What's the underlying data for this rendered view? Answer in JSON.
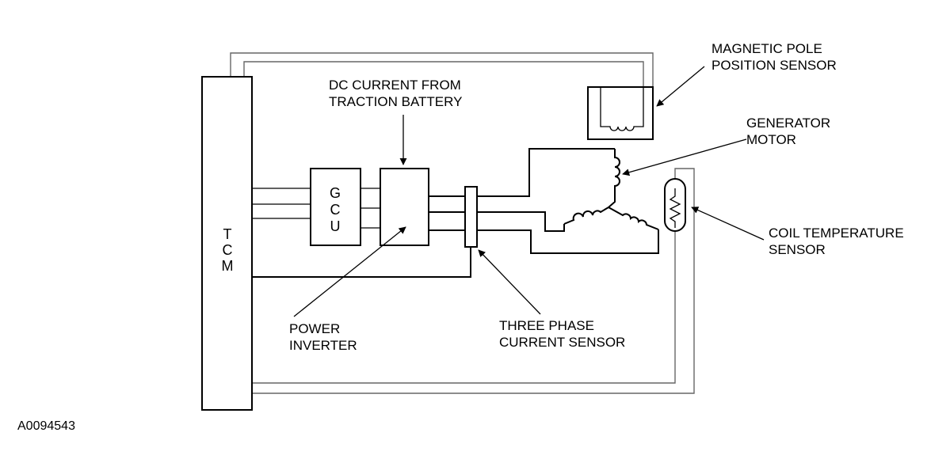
{
  "blocks": {
    "tcm": [
      "T",
      "C",
      "M"
    ],
    "gcu": [
      "G",
      "C",
      "U"
    ]
  },
  "labels": {
    "dc_current": [
      "DC CURRENT FROM",
      "TRACTION BATTERY"
    ],
    "magnetic_pole": [
      "MAGNETIC POLE",
      "POSITION SENSOR"
    ],
    "generator_motor": [
      "GENERATOR",
      "MOTOR"
    ],
    "coil_temp": [
      "COIL TEMPERATURE",
      "SENSOR"
    ],
    "power_inverter": [
      "POWER",
      "INVERTER"
    ],
    "three_phase": [
      "THREE PHASE",
      "CURRENT SENSOR"
    ]
  },
  "figure_id": "A0094543"
}
